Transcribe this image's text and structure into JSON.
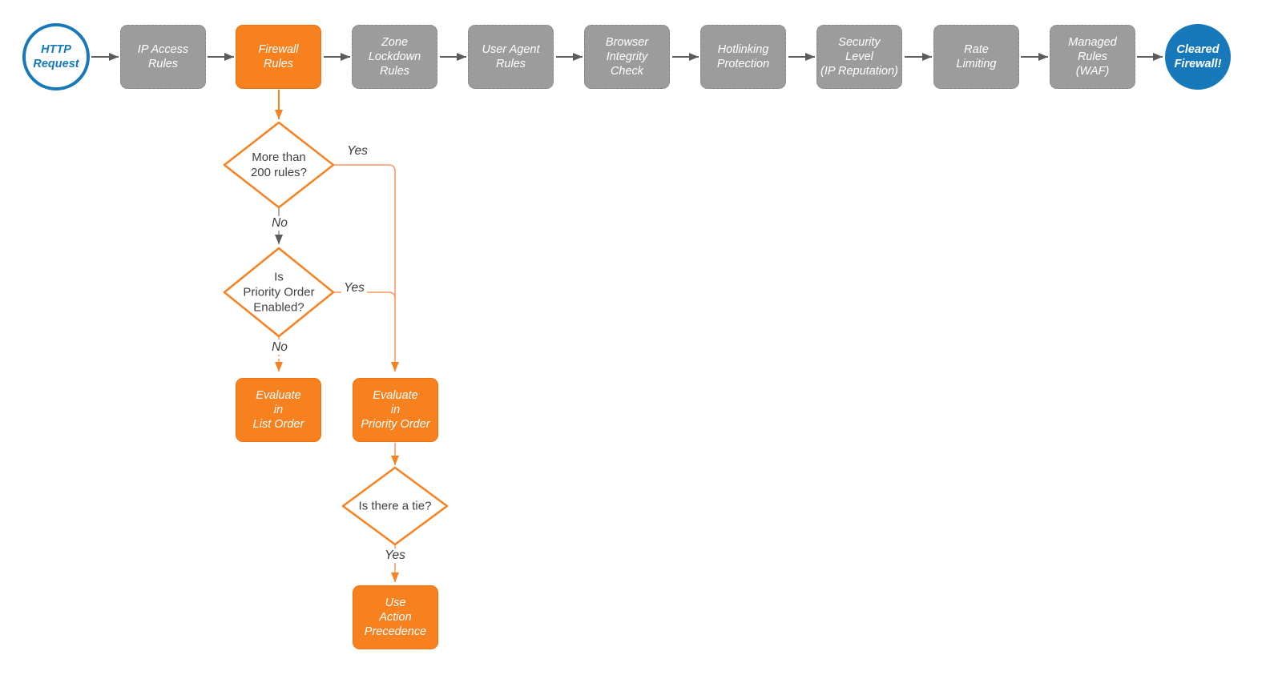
{
  "main_flow": {
    "start_label": "HTTP\nRequest",
    "steps": [
      {
        "label": "IP Access\nRules"
      },
      {
        "label": "Firewall\nRules"
      },
      {
        "label": "Zone\nLockdown\nRules"
      },
      {
        "label": "User Agent\nRules"
      },
      {
        "label": "Browser\nIntegrity\nCheck"
      },
      {
        "label": "Hotlinking\nProtection"
      },
      {
        "label": "Security\nLevel\n(IP Reputation)"
      },
      {
        "label": "Rate\nLimiting"
      },
      {
        "label": "Managed\nRules\n(WAF)"
      }
    ],
    "end_label": "Cleared\nFirewall!"
  },
  "branch": {
    "decision_more_than_200": "More than\n200 rules?",
    "decision_priority_enabled": "Is\nPriority Order\nEnabled?",
    "decision_tie": "Is there a tie?",
    "action_list_order": "Evaluate\nin\nList Order",
    "action_priority_order": "Evaluate\nin\nPriority Order",
    "action_precedence": "Use\nAction\nPrecedence",
    "labels": {
      "yes1": "Yes",
      "no1": "No",
      "yes2": "Yes",
      "no2": "No",
      "yes3": "Yes"
    }
  },
  "colors": {
    "orange": "#f8811f",
    "orange_line": "#f99a62",
    "gray_node": "#9c9c9c",
    "blue": "#1779ba",
    "arrow_gray": "#5b5b5b",
    "text_dark": "#3f3f3f"
  }
}
